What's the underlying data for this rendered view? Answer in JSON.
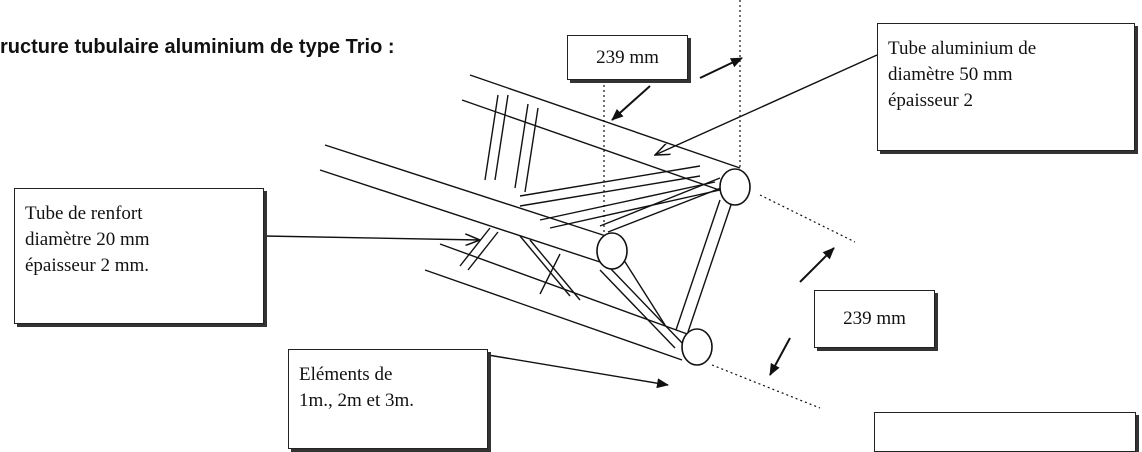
{
  "title": "ructure tubulaire aluminium de type Trio :",
  "labels": {
    "dim_top": "239 mm",
    "dim_right": "239 mm",
    "alu_tube": [
      "Tube aluminium de",
      "diamètre 50 mm",
      "épaisseur 2"
    ],
    "reinforcement_tube": [
      "Tube de renfort",
      "diamètre 20 mm",
      "épaisseur 2 mm."
    ],
    "elements": [
      "Eléments de",
      "1m., 2m et 3m."
    ]
  }
}
